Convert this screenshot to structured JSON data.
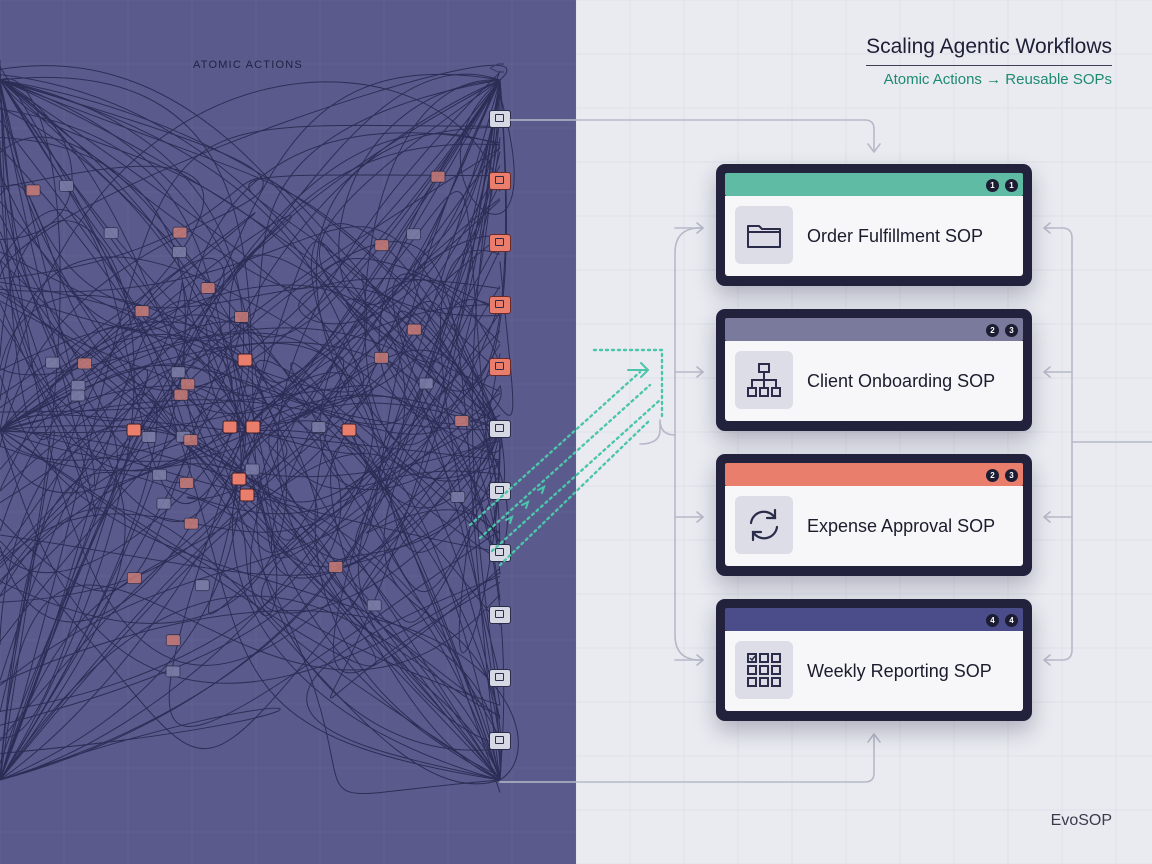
{
  "left_panel": {
    "title": "ATOMIC ACTIONS",
    "action_icons": [
      {
        "name": "action-doc-icon",
        "color": "gray"
      },
      {
        "name": "action-cart-icon",
        "color": "coral"
      },
      {
        "name": "action-chat-icon",
        "color": "coral"
      },
      {
        "name": "action-edit-icon",
        "color": "coral"
      },
      {
        "name": "action-list-icon",
        "color": "coral"
      },
      {
        "name": "action-card-icon",
        "color": "gray"
      },
      {
        "name": "action-table-icon",
        "color": "gray"
      },
      {
        "name": "action-settings-icon",
        "color": "gray"
      },
      {
        "name": "action-message-icon",
        "color": "gray"
      },
      {
        "name": "action-user-icon",
        "color": "gray"
      },
      {
        "name": "action-link-icon",
        "color": "gray"
      }
    ]
  },
  "header": {
    "title": "Scaling Agentic Workflows",
    "subtitle": "Atomic Actions → Reusable SOPs"
  },
  "sops": [
    {
      "label": "Order Fulfillment SOP",
      "bar_color": "#5fbba3",
      "badges": [
        "1",
        "1"
      ],
      "icon": "folder-icon"
    },
    {
      "label": "Client Onboarding SOP",
      "bar_color": "#7a7b9c",
      "badges": [
        "2",
        "3"
      ],
      "icon": "hierarchy-icon"
    },
    {
      "label": "Expense Approval SOP",
      "bar_color": "#ea7e6d",
      "badges": [
        "2",
        "3"
      ],
      "icon": "refresh-icon"
    },
    {
      "label": "Weekly Reporting SOP",
      "bar_color": "#4a4d8a",
      "badges": [
        "4",
        "4"
      ],
      "icon": "grid-icon"
    }
  ],
  "brand": "EvoSOP",
  "colors": {
    "left_bg": "#5a5b8c",
    "right_bg": "#e9ebf1",
    "accent": "#1f8a72",
    "coral": "#ea7e6d"
  }
}
